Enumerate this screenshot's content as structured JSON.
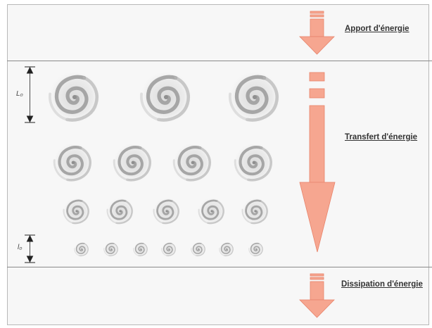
{
  "sections": {
    "apport": "Apport d'énergie",
    "transfert": "Transfert d'énergie",
    "dissipation": "Dissipation d'énergie"
  },
  "scales": {
    "large": "L₀",
    "small": "l₀"
  },
  "eddy_rows": [
    3,
    4,
    5,
    7
  ],
  "colors": {
    "arrow": "#f6a690",
    "arrow_stroke": "#e8836a",
    "eddy": "#a0a0a0",
    "lines": "#8a8a8a"
  }
}
